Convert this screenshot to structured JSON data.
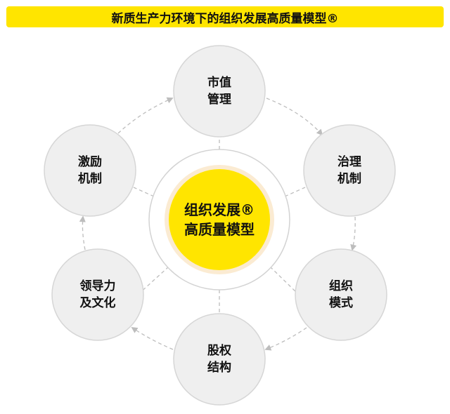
{
  "title": "新质生产力环境下的组织发展高质量模型®",
  "colors": {
    "accent_yellow": "#FFE500",
    "halo": "#FBEBD2",
    "node_fill": "#EFEFEF",
    "node_stroke": "#D6D6D6",
    "ring_stroke": "#D3D3D3",
    "dash": "#BDBDBD"
  },
  "center": {
    "line1": "组织发展®",
    "line2": "高质量模型"
  },
  "nodes": [
    {
      "id": "market-value",
      "line1": "市值",
      "line2": "管理"
    },
    {
      "id": "governance",
      "line1": "治理",
      "line2": "机制"
    },
    {
      "id": "org-model",
      "line1": "组织",
      "line2": "模式"
    },
    {
      "id": "equity",
      "line1": "股权",
      "line2": "结构"
    },
    {
      "id": "leadership",
      "line1": "领导力",
      "line2": "及文化"
    },
    {
      "id": "incentive",
      "line1": "激励",
      "line2": "机制"
    }
  ]
}
